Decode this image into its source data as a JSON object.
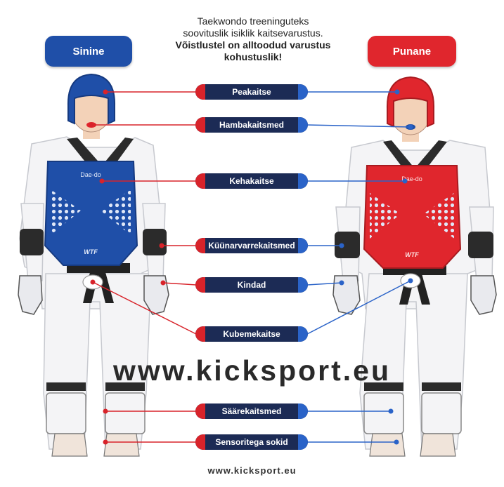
{
  "intro": {
    "line1": "Taekwondo treeninguteks",
    "line2": "soovituslik isiklik kaitsevarustus.",
    "line3": "Võistlustel on alltoodud varustus",
    "line4": "kohustuslik!"
  },
  "sides": {
    "blue": "Sinine",
    "red": "Punane"
  },
  "labels": [
    "Peakaitse",
    "Hambakaitsmed",
    "Kehakaitse",
    "Küünarvarrekaitsmed",
    "Kindad",
    "Kubemekaitse",
    "Säärekaitsmed",
    "Sensoritega sokid"
  ],
  "watermark": "www.kicksport.eu",
  "footer": "www.kicksport.eu",
  "vest_logo_text": "Dae-do",
  "uniform_mark": "WTF",
  "colors": {
    "blue": "#1f4fa8",
    "red": "#e0262d",
    "pill": "#1c2b55",
    "uniform": "#f4f4f6",
    "black_pad": "#2b2b2b",
    "skin": "#f3d2b8"
  }
}
